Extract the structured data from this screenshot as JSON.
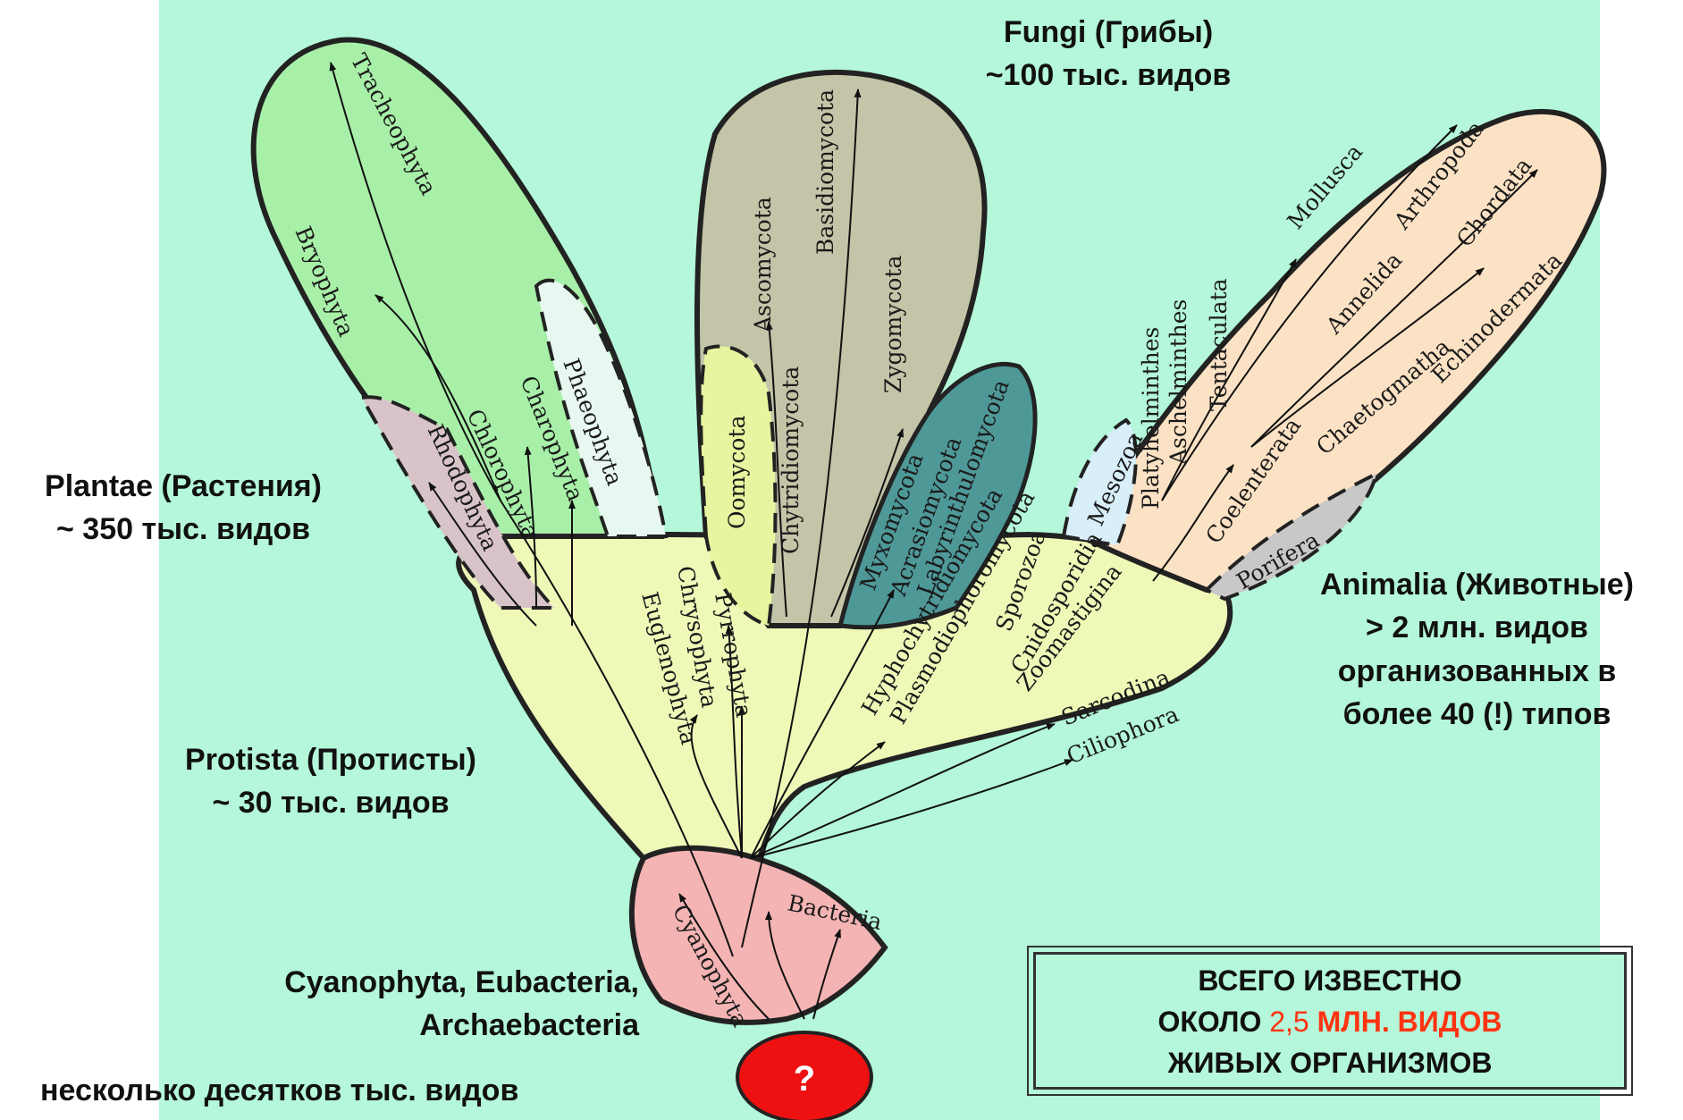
{
  "colors": {
    "background": "#b4f7da",
    "plants": "#a8f0a8",
    "rhodophyta": "#d8c4c8",
    "phaeophyta": "#e8f8f0",
    "fungi": "#c4c4a8",
    "oomycota": "#e8f5a0",
    "myxomycota": "#4e9898",
    "animals": "#fce2c4",
    "mesozoa": "#d8eef8",
    "porifera": "#c8c8c8",
    "protista": "#f0f8b8",
    "bacteria": "#f4b4b4",
    "accent_red": "#ff3311",
    "question_circle": "#ee1111"
  },
  "kingdoms": {
    "fungi": {
      "title": "Fungi  (Грибы)",
      "count": "~100 тыс. видов"
    },
    "plantae": {
      "title": "Plantae (Растения)",
      "count": "~ 350 тыс. видов"
    },
    "animalia": {
      "title": "Animalia (Животные)",
      "count": "> 2 млн. видов",
      "note1": "организованных в",
      "note2": "более 40 (!) типов"
    },
    "protista": {
      "title": "Protista (Протисты)",
      "count": "~ 30 тыс. видов"
    },
    "prokaryotes": {
      "line1": "Cyanophyta, Eubacteria,",
      "line2": "Archaebacteria",
      "count": "несколько десятков тыс. видов"
    }
  },
  "root_symbol": "?",
  "summary": {
    "line1": "ВСЕГО ИЗВЕСТНО",
    "line2_prefix": "ОКОЛО ",
    "line2_number": "2,5",
    "line2_unit": " МЛН. ВИДОВ",
    "line3": "ЖИВЫХ ОРГАНИЗМОВ"
  },
  "taxa": {
    "tracheophyta": "Tracheophyta",
    "bryophyta": "Bryophyta",
    "phaeophyta": "Phaeophyta",
    "charophyta": "Charophyta",
    "chlorophyta": "Chlorophyta",
    "rhodophyta": "Rhodophyta",
    "ascomycota": "Ascomycota",
    "basidiomycota": "Basidiomycota",
    "zygomycota": "Zygomycota",
    "chytridiomycota": "Chytridiomycota",
    "oomycota": "Oomycota",
    "myxomycota": "Myxomycota",
    "acrasiomycota": "Acrasiomycota",
    "labyrinthulomycota": "Labyrinthulomycota",
    "mollusca": "Mollusca",
    "arthropoda": "Arthropoda",
    "chordata": "Chordata",
    "echinodermata": "Echinodermata",
    "annelida": "Annelida",
    "chaetogmatha": "Chaetogmatha",
    "tentaculata": "Tentaculata",
    "aschelminthes": "Aschelminthes",
    "platyhelminthes": "Platyhelminthes",
    "mesozoa": "Mesozoa",
    "coelenterata": "Coelenterata",
    "porifera": "Porifera",
    "euglenophyta": "Euglenophyta",
    "chrysophyta": "Chrysophyta",
    "pyrrophyta": "Pyrrophyta",
    "hyphochytridiomycota": "Hyphochytridiomycota",
    "plasmodiophoromycota": "Plasmodiophoromycota",
    "sporozoa": "Sporozoa",
    "cnidosporidia": "Cnidosporidia",
    "zoomastigina": "Zoomastigina",
    "sarcodina": "Sarcodina",
    "ciliophora": "Ciliophora",
    "bacteria": "Bacteria",
    "cyanophyta": "Cyanophyta"
  }
}
